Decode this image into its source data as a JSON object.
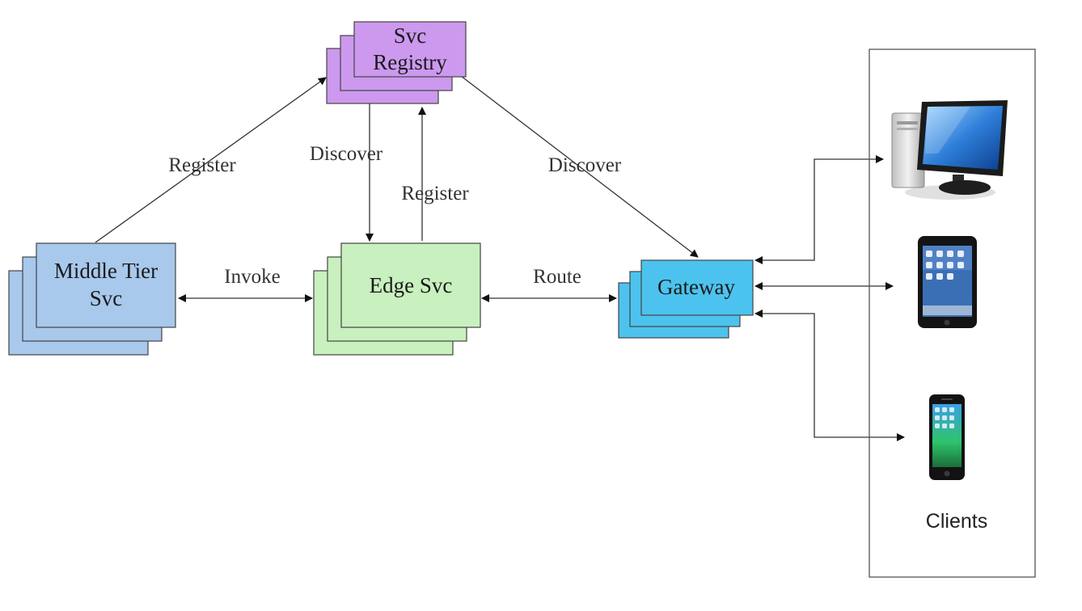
{
  "nodes": {
    "svc_registry": {
      "line1": "Svc",
      "line2": "Registry",
      "fill": "#cc99ee",
      "stroke": "#444444"
    },
    "middle_tier": {
      "line1": "Middle Tier",
      "line2": "Svc",
      "fill": "#a8c8ec",
      "stroke": "#444444"
    },
    "edge_svc": {
      "label": "Edge Svc",
      "fill": "#c9f0bf",
      "stroke": "#444444"
    },
    "gateway": {
      "label": "Gateway",
      "fill": "#4cc3ee",
      "stroke": "#444444"
    }
  },
  "edges": {
    "register_middle": "Register",
    "discover_edge": "Discover",
    "register_edge": "Register",
    "discover_gateway": "Discover",
    "invoke": "Invoke",
    "route": "Route"
  },
  "clients": {
    "label": "Clients",
    "devices": [
      "desktop-computer-icon",
      "tablet-icon",
      "smartphone-icon"
    ]
  }
}
